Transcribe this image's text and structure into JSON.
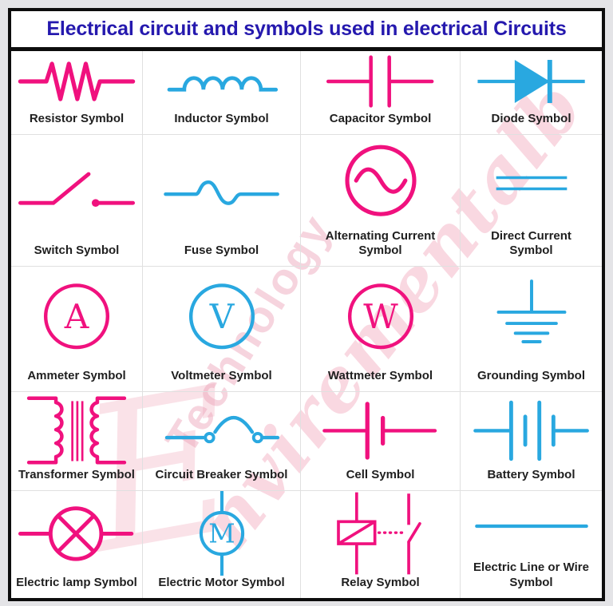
{
  "title": "Electrical circuit and symbols used in electrical Circuits",
  "colors": {
    "pink": "#F0117E",
    "blue": "#29A8E0",
    "title_blue": "#2519AE"
  },
  "watermark": {
    "big_letter": "E",
    "line1": "Technology",
    "line2": "nvirementalb"
  },
  "meters": {
    "ammeter": "A",
    "voltmeter": "V",
    "wattmeter": "W",
    "motor": "M"
  },
  "cells": [
    {
      "label": "Resistor Symbol"
    },
    {
      "label": "Inductor Symbol"
    },
    {
      "label": "Capacitor Symbol"
    },
    {
      "label": "Diode Symbol"
    },
    {
      "label": "Switch Symbol"
    },
    {
      "label": "Fuse Symbol"
    },
    {
      "label": "Alternating Current Symbol"
    },
    {
      "label": "Direct Current Symbol"
    },
    {
      "label": "Ammeter Symbol"
    },
    {
      "label": "Voltmeter Symbol"
    },
    {
      "label": "Wattmeter Symbol"
    },
    {
      "label": "Grounding Symbol"
    },
    {
      "label": "Transformer Symbol"
    },
    {
      "label": "Circuit Breaker Symbol"
    },
    {
      "label": "Cell Symbol"
    },
    {
      "label": "Battery Symbol"
    },
    {
      "label": "Electric lamp Symbol"
    },
    {
      "label": "Electric Motor Symbol"
    },
    {
      "label": "Relay Symbol"
    },
    {
      "label": "Electric Line or Wire Symbol"
    }
  ]
}
